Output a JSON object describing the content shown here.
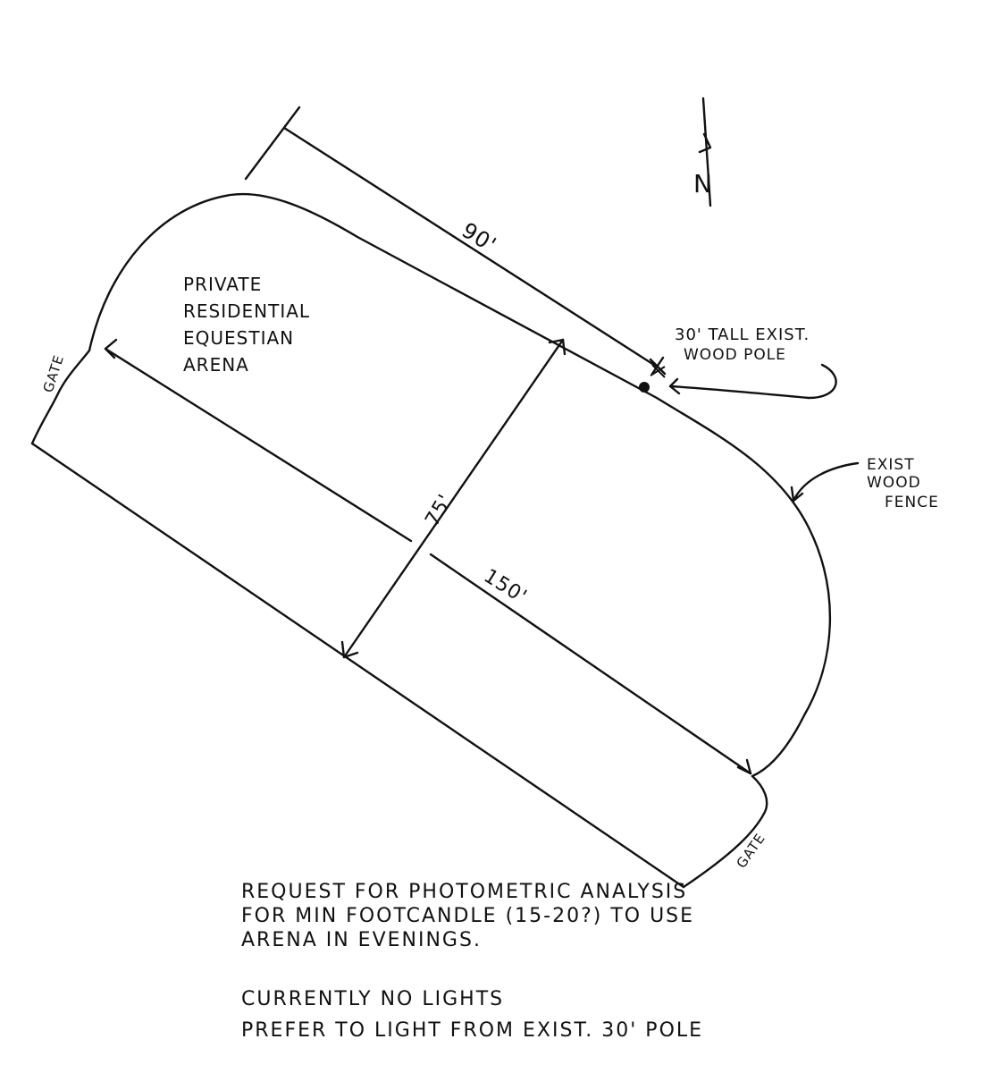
{
  "labels": {
    "arena": [
      "PRIVATE",
      "RESIDENTIAL",
      "EQUESTIAN",
      "ARENA"
    ],
    "dim_90": "90'",
    "dim_75": "75'",
    "dim_150": "150'",
    "pole": [
      "30' TALL EXIST.",
      "WOOD POLE"
    ],
    "fence": [
      "EXIST",
      "WOOD",
      "FENCE"
    ],
    "gate_left": "GATE",
    "gate_right": "GATE",
    "north": "N"
  },
  "notes": [
    "REQUEST FOR PHOTOMETRIC ANALYSIS",
    "FOR MIN FOOTCANDLE (15-20?) TO USE",
    "ARENA IN EVENINGS.",
    "CURRENTLY NO LIGHTS",
    "PREFER TO LIGHT FROM EXIST. 30' POLE"
  ]
}
